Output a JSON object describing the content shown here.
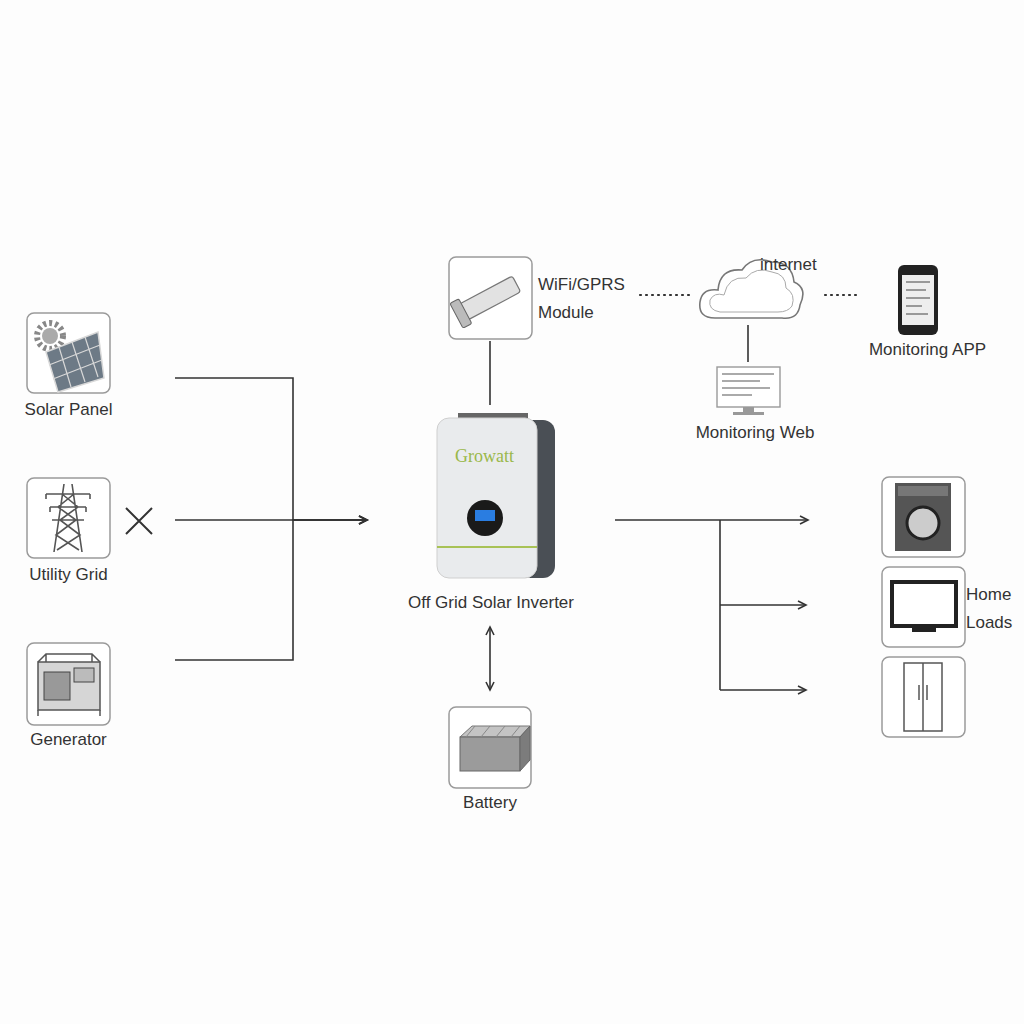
{
  "diagram": {
    "nodes": [
      {
        "text": [
          "Solar Panel"
        ]
      },
      {
        "text": [
          "Utility Grid"
        ]
      },
      {
        "text": [
          "Generator"
        ]
      },
      {
        "text": [
          "WiFi/GPRS Module"
        ]
      },
      {
        "text": [
          "internet"
        ]
      },
      {
        "text": [
          "Monitoring APP"
        ]
      },
      {
        "text": [
          "Monitoring Web"
        ]
      },
      {
        "text": [
          "Off Grid Solar Inverter"
        ]
      },
      {
        "text": [
          "Battery"
        ]
      },
      {
        "text": [
          "Home Loads"
        ]
      }
    ],
    "edges": [
      {
        "from": 0,
        "to": 7,
        "arrow": "to"
      },
      {
        "from": 1,
        "to": 7,
        "arrow": "to"
      },
      {
        "from": 2,
        "to": 7,
        "arrow": "to"
      },
      {
        "from": 3,
        "to": 7,
        "arrow": "none"
      },
      {
        "from": 3,
        "to": 4,
        "arrow": "none"
      },
      {
        "from": 4,
        "to": 5,
        "arrow": "none"
      },
      {
        "from": 4,
        "to": 6,
        "arrow": "none"
      },
      {
        "from": 7,
        "to": 8,
        "arrow": "both"
      },
      {
        "from": 7,
        "to": 9,
        "arrow": "to"
      }
    ],
    "labels": [
      "Growatt"
    ]
  }
}
